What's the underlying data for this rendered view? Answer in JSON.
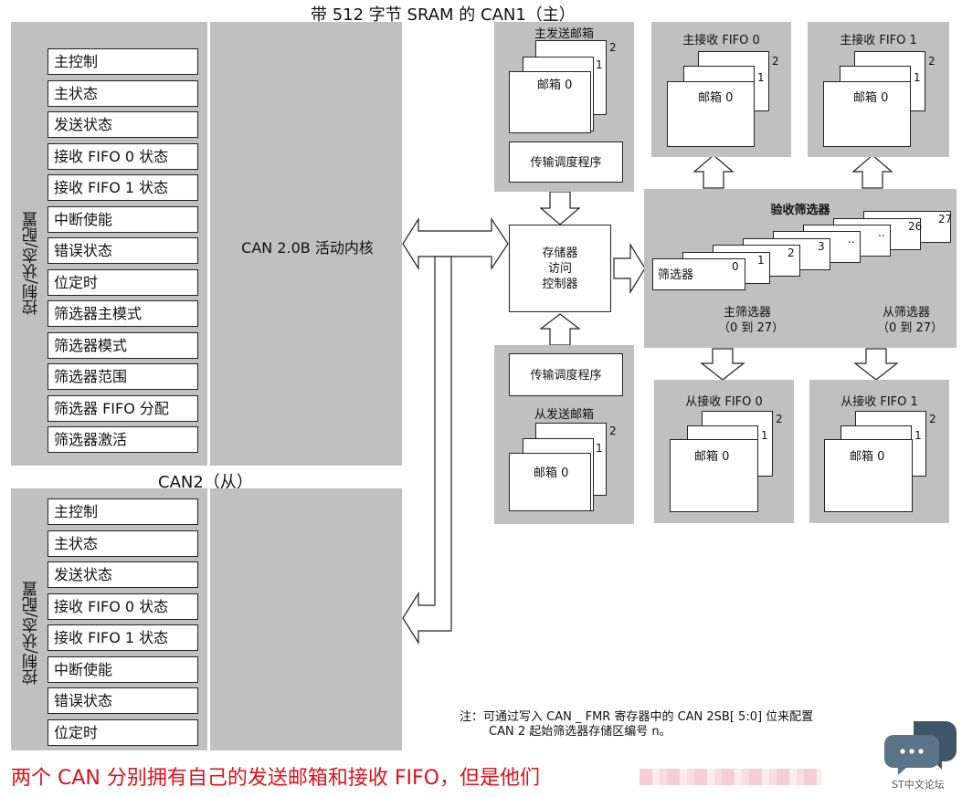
{
  "can1": {
    "title": "带 512 字节 SRAM 的 CAN1（主）",
    "side_label": "控制/状态/配置",
    "core_label": "CAN 2.0B 活动内核",
    "registers": [
      "主控制",
      "主状态",
      "发送状态",
      "接收 FIFO 0 状态",
      "接收 FIFO 1 状态",
      "中断使能",
      "错误状态",
      "位定时",
      "筛选器主模式",
      "筛选器模式",
      "筛选器范围",
      "筛选器 FIFO 分配",
      "筛选器激活"
    ]
  },
  "can2": {
    "title": "CAN2（从）",
    "side_label": "控制/状态/配置",
    "registers": [
      "主控制",
      "主状态",
      "发送状态",
      "接收 FIFO 0 状态",
      "接收 FIFO 1 状态",
      "中断使能",
      "错误状态",
      "位定时"
    ]
  },
  "master_tx": {
    "title": "主发送邮箱",
    "mailbox": "邮箱 0",
    "n1": "1",
    "n2": "2",
    "scheduler": "传输调度程序"
  },
  "slave_tx": {
    "title": "从发送邮箱",
    "mailbox": "邮箱 0",
    "n1": "1",
    "n2": "2",
    "scheduler": "传输调度程序"
  },
  "memory_ctrl": {
    "line1": "存储器",
    "line2": "访问",
    "line3": "控制器"
  },
  "master_fifo0": {
    "title": "主接收 FIFO 0",
    "mailbox": "邮箱 0",
    "n1": "1",
    "n2": "2"
  },
  "master_fifo1": {
    "title": "主接收 FIFO 1",
    "mailbox": "邮箱 0",
    "n1": "1",
    "n2": "2"
  },
  "slave_fifo0": {
    "title": "从接收 FIFO 0",
    "mailbox": "邮箱 0",
    "n1": "1",
    "n2": "2"
  },
  "slave_fifo1": {
    "title": "从接收 FIFO 1",
    "mailbox": "邮箱 0",
    "n1": "1",
    "n2": "2"
  },
  "filter": {
    "title": "验收筛选器",
    "front_label": "筛选器",
    "numbers": [
      "0",
      "1",
      "2",
      "3",
      "..",
      "..",
      "26",
      "27"
    ],
    "master_label": "主筛选器",
    "master_range": "（0 到 27）",
    "slave_label": "从筛选器",
    "slave_range": "（0 到 27）"
  },
  "note": {
    "line1": "注：可通过写入 CAN _ FMR 寄存器中的 CAN 2SB[ 5:0] 位来配置",
    "line2": "CAN 2 起始筛选器存储区编号 n。"
  },
  "caption": "两个 CAN 分别拥有自己的发送邮箱和接收 FIFO，但是他们",
  "watermark": "ST中文论坛"
}
